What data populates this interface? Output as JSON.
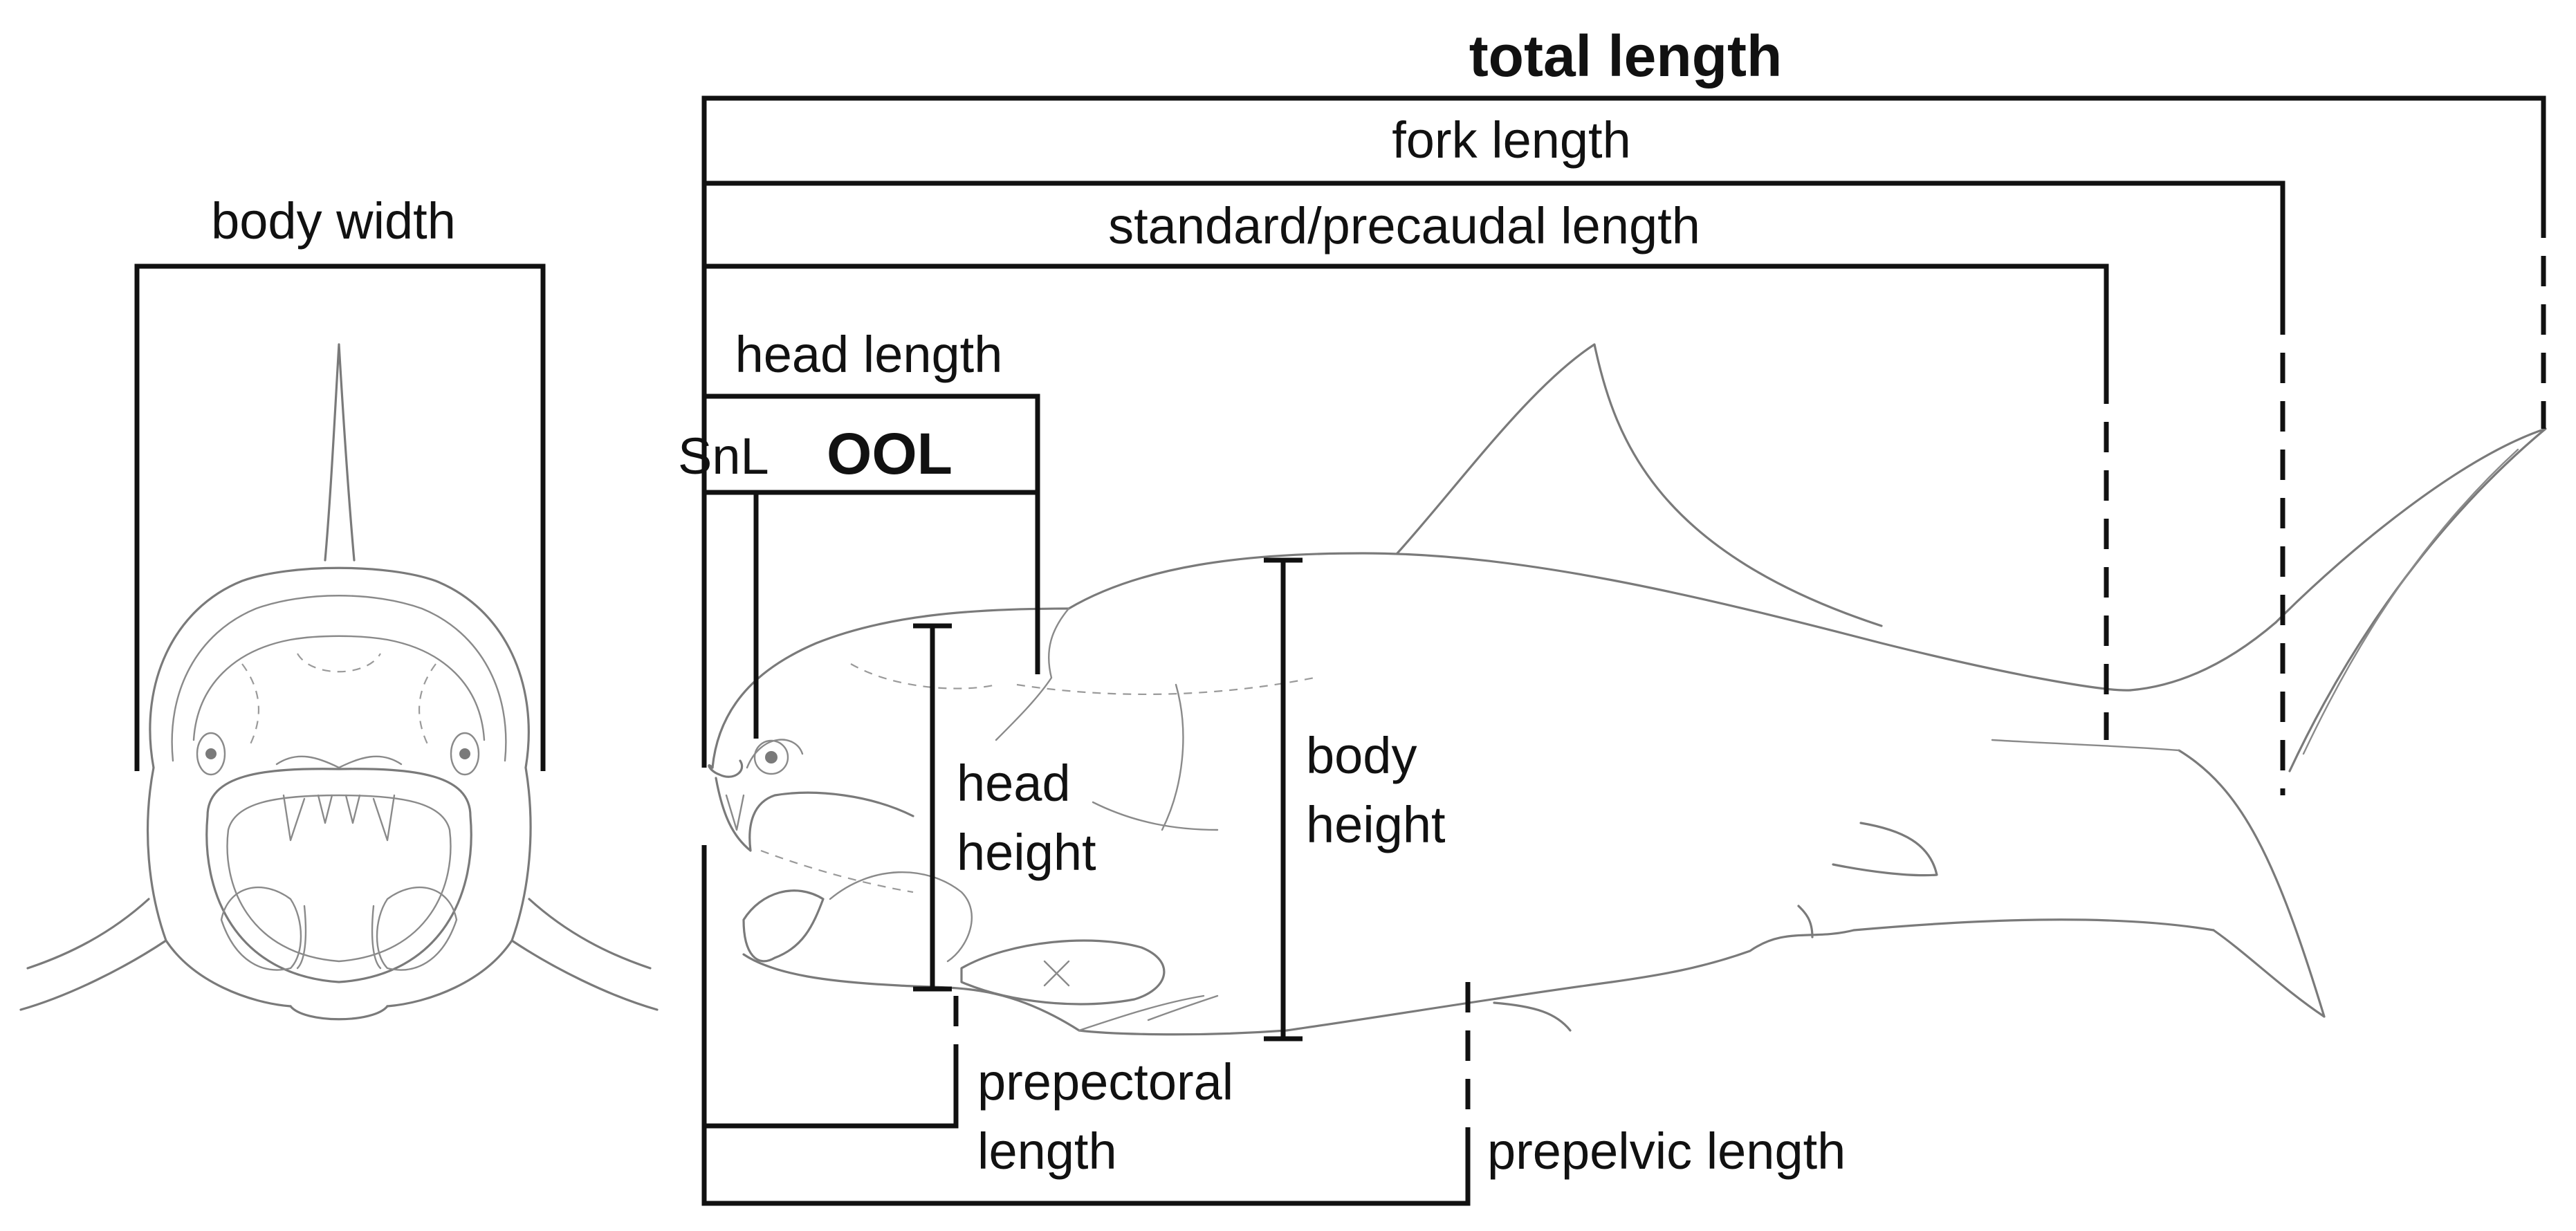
{
  "labels": {
    "total_length": "total length",
    "fork_length": "fork length",
    "standard_length": "standard/precaudal length",
    "head_length": "head length",
    "snl": "SnL",
    "ool": "OOL",
    "body_width": "body width",
    "head_height_1": "head",
    "head_height_2": "height",
    "body_height_1": "body",
    "body_height_2": "height",
    "prepectoral_1": "prepectoral",
    "prepectoral_2": "length",
    "prepelvic": "prepelvic length"
  },
  "colors": {
    "measurement_lines": "#111111",
    "fish_outline": "#7a7a7a",
    "background": "#ffffff"
  }
}
